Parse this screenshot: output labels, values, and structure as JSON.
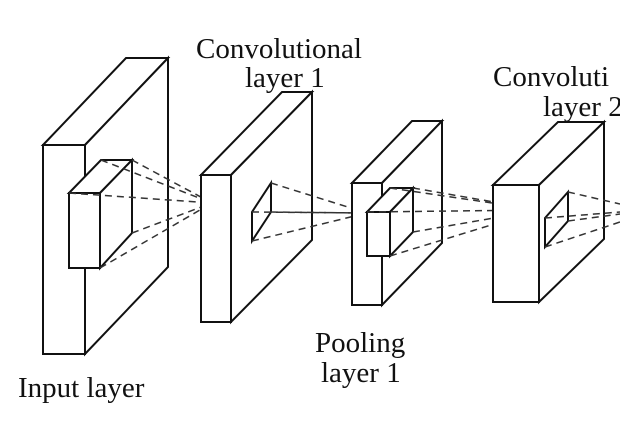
{
  "labels": {
    "input": "Input layer",
    "conv1_line1": "Convolutional",
    "conv1_line2": "layer 1",
    "pool1_line1": "Pooling",
    "pool1_line2": "layer 1",
    "conv2_line1": "Convoluti",
    "conv2_line2": "layer 2"
  },
  "colors": {
    "stroke": "#111111",
    "dash": "#333333"
  }
}
